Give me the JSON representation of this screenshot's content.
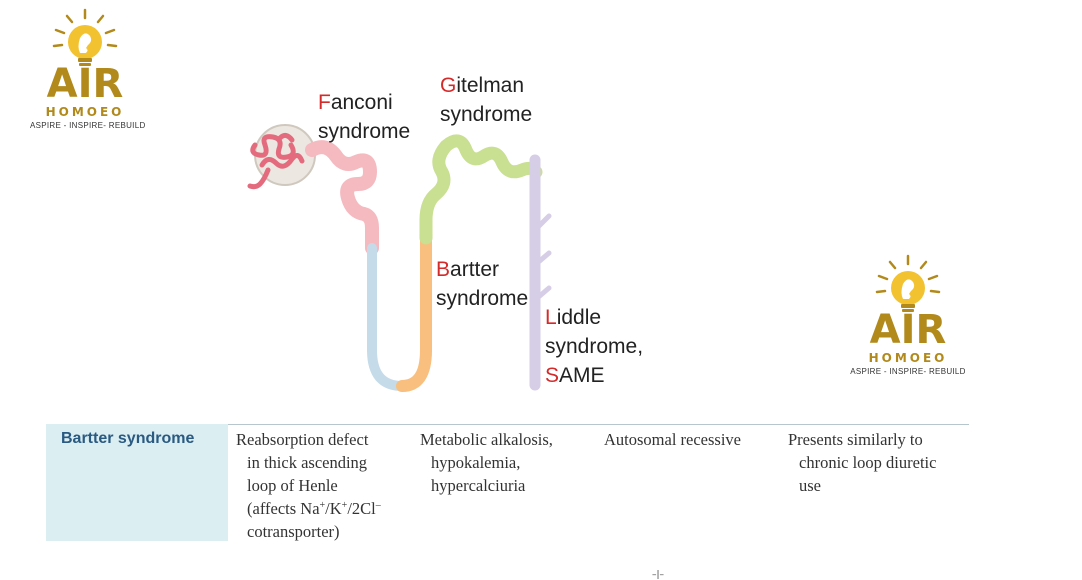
{
  "logos": [
    {
      "brand": "AIR",
      "sub": "HOMOEO",
      "tagline": "ASPIRE - INSPIRE- REBUILD"
    },
    {
      "brand": "AIR",
      "sub": "HOMOEO",
      "tagline": "ASPIRE - INSPIRE- REBUILD"
    }
  ],
  "colors": {
    "brand_gold": "#b28a1c",
    "highlight_red": "#d42a2a",
    "glomerulus": "#e46b7d",
    "proximal_tubule": "#f5b9c0",
    "descending_limb": "#c5dbe9",
    "thick_ascending_limb": "#f8bf7e",
    "distal_tubule": "#c9df92",
    "collecting_duct": "#d6cde6",
    "table_header_bg": "#dbeef2",
    "table_header_text": "#2a5a82"
  },
  "diagram": {
    "labels": [
      {
        "first": "F",
        "rest": "anconi",
        "line2": "syndrome"
      },
      {
        "first": "G",
        "rest": "itelman",
        "line2": "syndrome"
      },
      {
        "first": "B",
        "rest": "artter",
        "line2": "syndrome"
      },
      {
        "first": "L",
        "rest": "iddle",
        "line2": "syndrome,",
        "line3_first": "S",
        "line3_rest": "AME"
      }
    ]
  },
  "table": {
    "row_header": "Bartter syndrome",
    "col1": [
      "Reabsorption defect",
      "in thick ascending",
      "loop of Henle"
    ],
    "col1_affects_pre": "(affects Na",
    "col1_affects_mid1": "/K",
    "col1_affects_mid2": "/2Cl",
    "col1_sup_plus": "+",
    "col1_sup_minus": "–",
    "col1_last": "cotransporter)",
    "col2": [
      "Metabolic alkalosis,",
      "hypokalemia,",
      "hypercalciuria"
    ],
    "col3": [
      "Autosomal recessive"
    ],
    "col4": [
      "Presents similarly to",
      "chronic loop diuretic",
      "use"
    ]
  },
  "footer_mark": "–|–"
}
